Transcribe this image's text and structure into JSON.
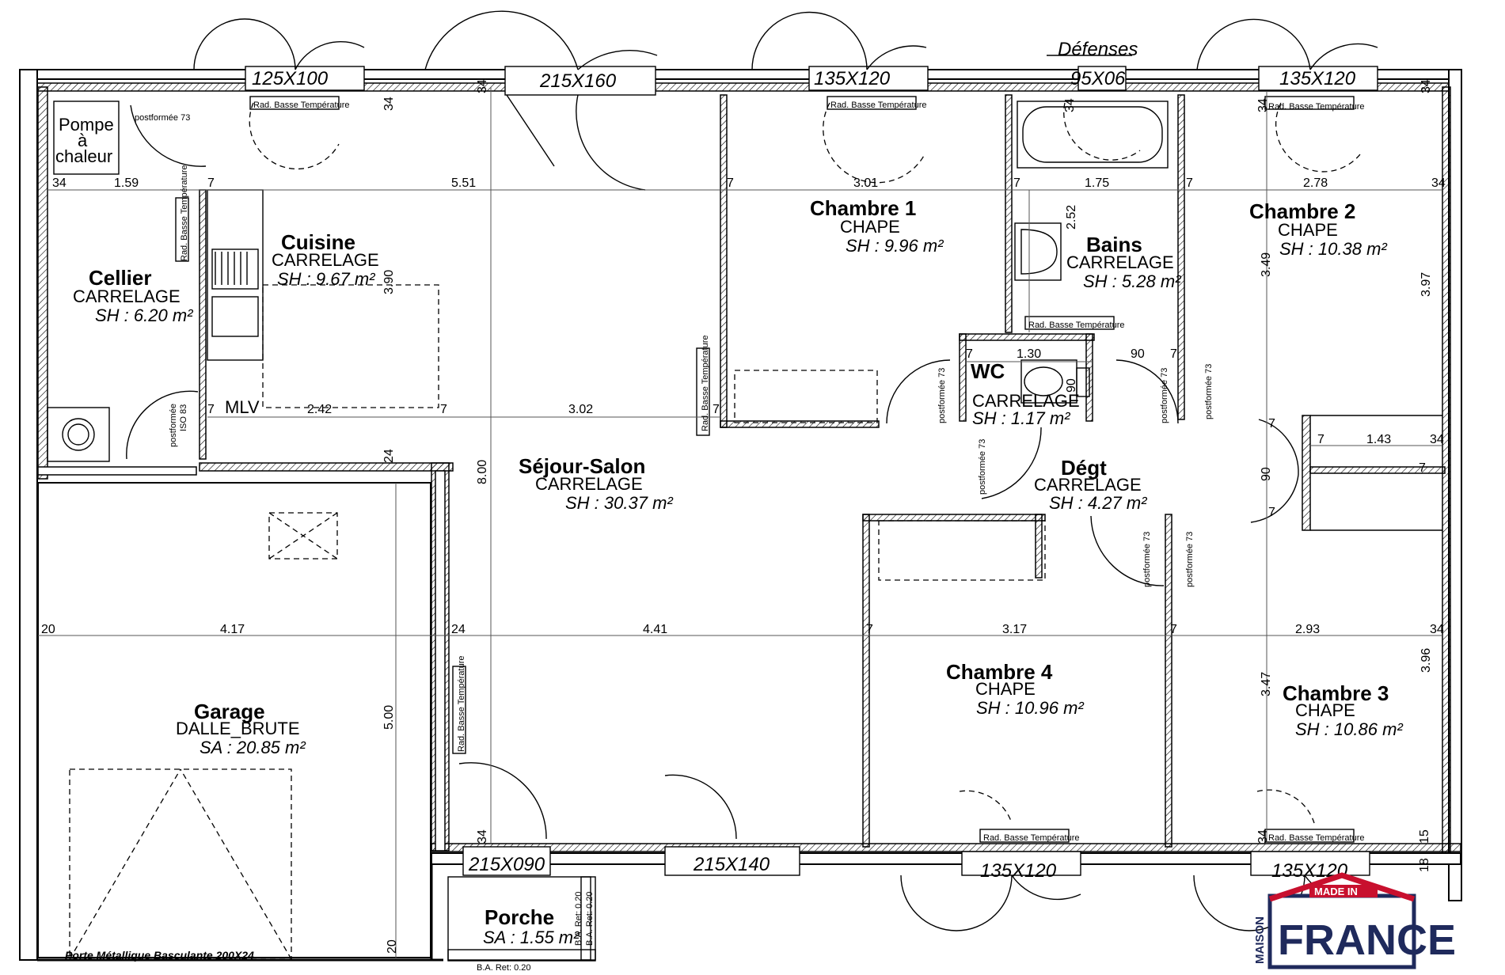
{
  "rooms": {
    "cellier": {
      "name": "Cellier",
      "finish": "CARRELAGE",
      "area": "SH : 6.20 m²"
    },
    "cuisine": {
      "name": "Cuisine",
      "finish": "CARRELAGE",
      "area": "SH : 9.67 m²"
    },
    "sejour": {
      "name": "Séjour-Salon",
      "finish": "CARRELAGE",
      "area": "SH : 30.37 m²"
    },
    "chambre1": {
      "name": "Chambre 1",
      "finish": "CHAPE",
      "area": "SH : 9.96 m²"
    },
    "bains": {
      "name": "Bains",
      "finish": "CARRELAGE",
      "area": "SH : 5.28 m²"
    },
    "chambre2": {
      "name": "Chambre 2",
      "finish": "CHAPE",
      "area": "SH : 10.38 m²"
    },
    "wc": {
      "name": "WC",
      "finish": "CARRELAGE",
      "area": "SH : 1.17 m²"
    },
    "degt": {
      "name": "Dégt",
      "finish": "CARRELAGE",
      "area": "SH : 4.27 m²"
    },
    "chambre4": {
      "name": "Chambre 4",
      "finish": "CHAPE",
      "area": "SH : 10.96 m²"
    },
    "chambre3": {
      "name": "Chambre 3",
      "finish": "CHAPE",
      "area": "SH : 10.86 m²"
    },
    "garage": {
      "name": "Garage",
      "finish": "DALLE_BRUTE",
      "area": "SA : 20.85 m²"
    },
    "porche": {
      "name": "Porche",
      "area": "SA : 1.55 m²"
    }
  },
  "openings": {
    "top_cuisine": "125X100",
    "top_sejour": "215X160",
    "top_ch1": "135X120",
    "top_bains": "95X06",
    "top_ch2": "135X120",
    "bottom_entry": "215X090",
    "bottom_sejour": "215X140",
    "bottom_ch4": "135X120",
    "bottom_ch3": "135X120",
    "defenses": "Défenses",
    "garage_door": "Porte Métallique Basculante 200X24"
  },
  "annotations": {
    "pompe": [
      "Pompe",
      "à",
      "chaleur"
    ],
    "mlv": "MLV",
    "postformee73": "postformée 73",
    "postformee_iso": [
      "postformée",
      "ISO 83"
    ],
    "radiateur": "Rad. Basse Température",
    "ba_ret": "B.A. Ret: 0.20"
  },
  "dims": {
    "d34": "34",
    "d159": "1.59",
    "d7": "7",
    "d551": "5.51",
    "d301": "3.01",
    "d175": "1.75",
    "d278": "2.78",
    "d252": "2.52",
    "d349": "3.49",
    "d397": "3.97",
    "d390": "3.90",
    "d242": "2.42",
    "d302": "3.02",
    "d130": "1.30",
    "d90": "90",
    "d143": "1.43",
    "d24": "24",
    "d800": "8.00",
    "d20": "20",
    "d417": "4.17",
    "d441": "4.41",
    "d317": "3.17",
    "d293": "2.93",
    "d347": "3.47",
    "d396": "3.96",
    "d500": "5.00",
    "d15": "15",
    "d18": "18"
  },
  "logo": {
    "maison": "MAISON",
    "made_in": "MADE IN",
    "france": "FRANCE",
    "colors": {
      "red": "#c8102e",
      "navy": "#1f2a5c"
    }
  }
}
